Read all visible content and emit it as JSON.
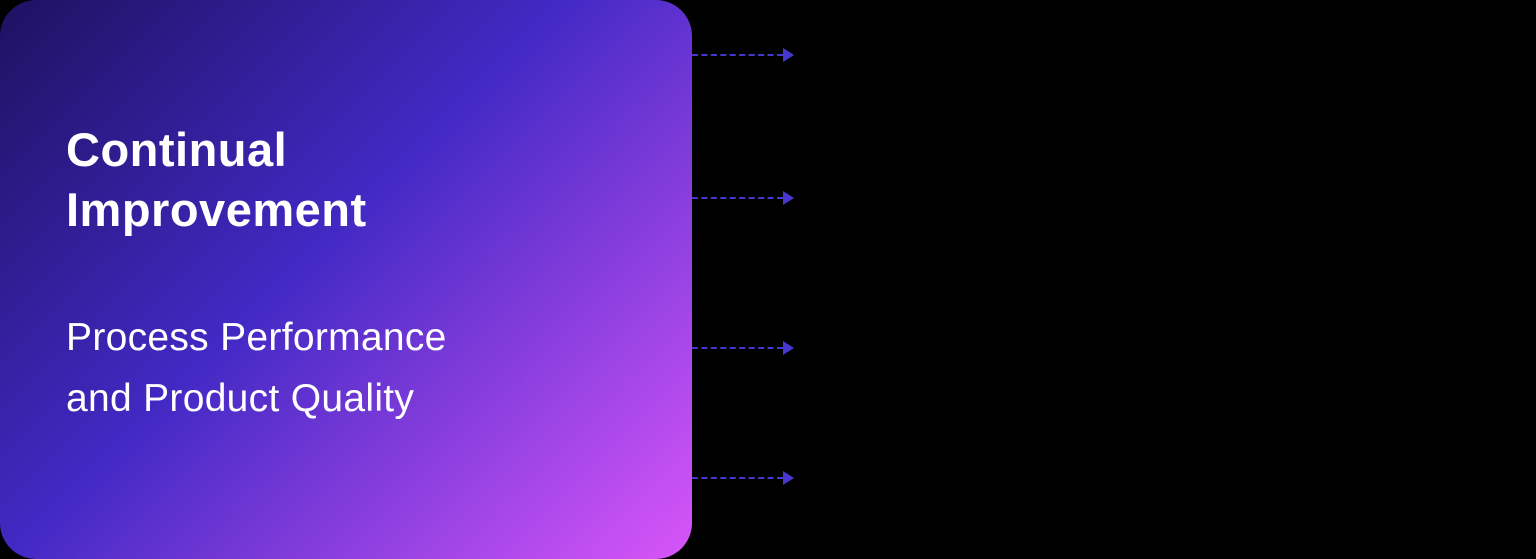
{
  "card": {
    "title_line1": "Continual",
    "title_line2": "Improvement",
    "subtitle_line1": "Process Performance",
    "subtitle_line2": "and Product Quality"
  },
  "colors": {
    "background": "#000000",
    "card_gradient_start": "#1e1160",
    "card_gradient_mid": "#4229c4",
    "card_gradient_late": "#b04aec",
    "card_gradient_end": "#d955f7",
    "arrow": "#4638cf",
    "text": "#ffffff"
  }
}
